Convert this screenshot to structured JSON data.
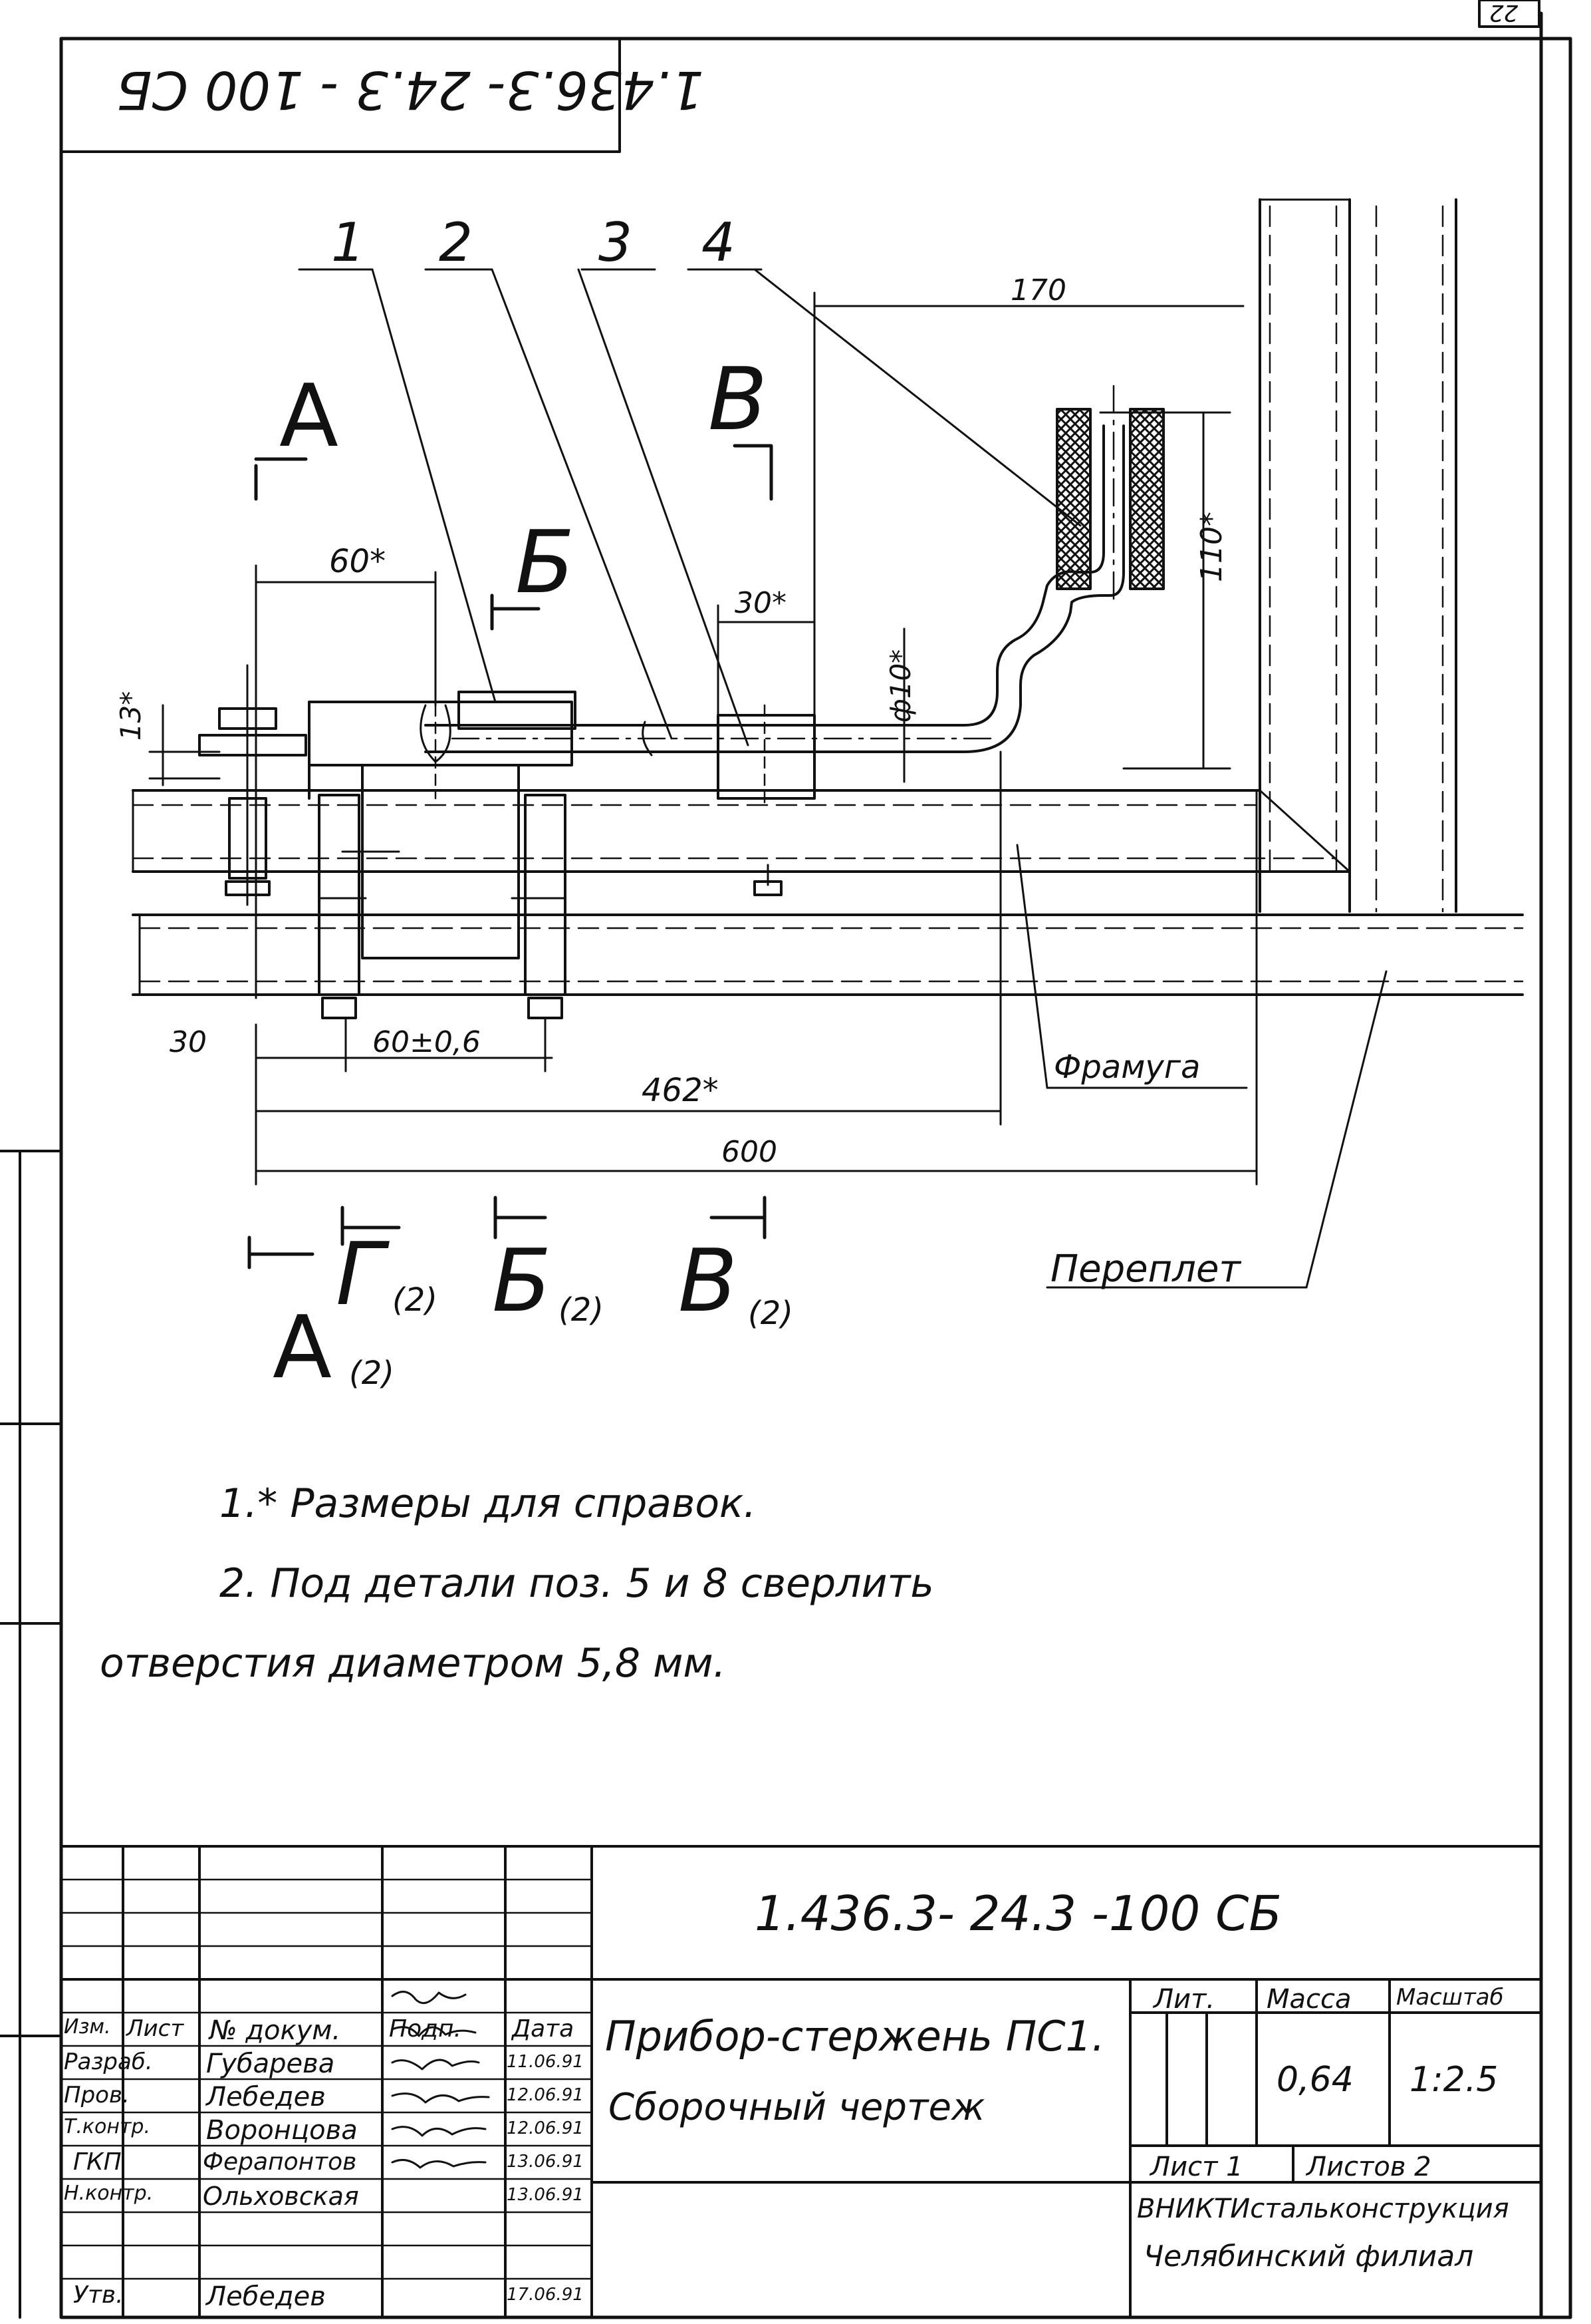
{
  "sheet": {
    "page_number": "22",
    "rotated_code": "1.436.3- 24.3 - 100 СБ"
  },
  "drawing": {
    "positions": [
      "1",
      "2",
      "3",
      "4"
    ],
    "section_labels": {
      "a": "A",
      "b": "Б",
      "v": "В",
      "g": "Г",
      "count": "(2)"
    },
    "dimensions": {
      "d170": "170",
      "d110": "110*",
      "d60": "60*",
      "d30star": "30*",
      "d13": "13*",
      "d10": "ф10*",
      "d30": "30",
      "d60tol": "60±0,6",
      "d462": "462*",
      "d600": "600"
    },
    "callouts": {
      "framuga": "Фрамуга",
      "pereplet": "Переплет"
    }
  },
  "notes": {
    "line1": "1.* Размеры для справок.",
    "line2": "2. Под детали поз. 5 и 8 сверлить",
    "line3": "отверстия диаметром 5,8 мм."
  },
  "title_block": {
    "doc_code": "1.436.3- 24.3 -100 СБ",
    "title_line1": "Прибор-стержень ПС1.",
    "title_line2": "Сборочный чертеж",
    "headers": {
      "izm": "Изм.",
      "list": "Лист",
      "doc_no": "№ докум.",
      "sign": "Подп.",
      "date": "Дата"
    },
    "lit_label": "Лит.",
    "mass_label": "Масса",
    "scale_label": "Масштаб",
    "mass_value": "0,64",
    "scale_value": "1:2.5",
    "sheet_label": "Лист 1",
    "sheets_label": "Листов 2",
    "org_line1": "ВНИКТИстальконструкция",
    "org_line2": "Челябинский филиал",
    "rows": [
      {
        "role": "Разраб.",
        "name": "Губарева",
        "date": "11.06.91"
      },
      {
        "role": "Пров.",
        "name": "Лебедев",
        "date": "12.06.91"
      },
      {
        "role": "Т.контр.",
        "name": "Воронцова",
        "date": "12.06.91"
      },
      {
        "role": "ГКП",
        "name": "Ферапонтов",
        "date": "13.06.91"
      },
      {
        "role": "Н.контр.",
        "name": "Ольховская",
        "date": "13.06.91"
      },
      {
        "role": "Утв.",
        "name": "Лебедев",
        "date": "17.06.91"
      }
    ]
  }
}
